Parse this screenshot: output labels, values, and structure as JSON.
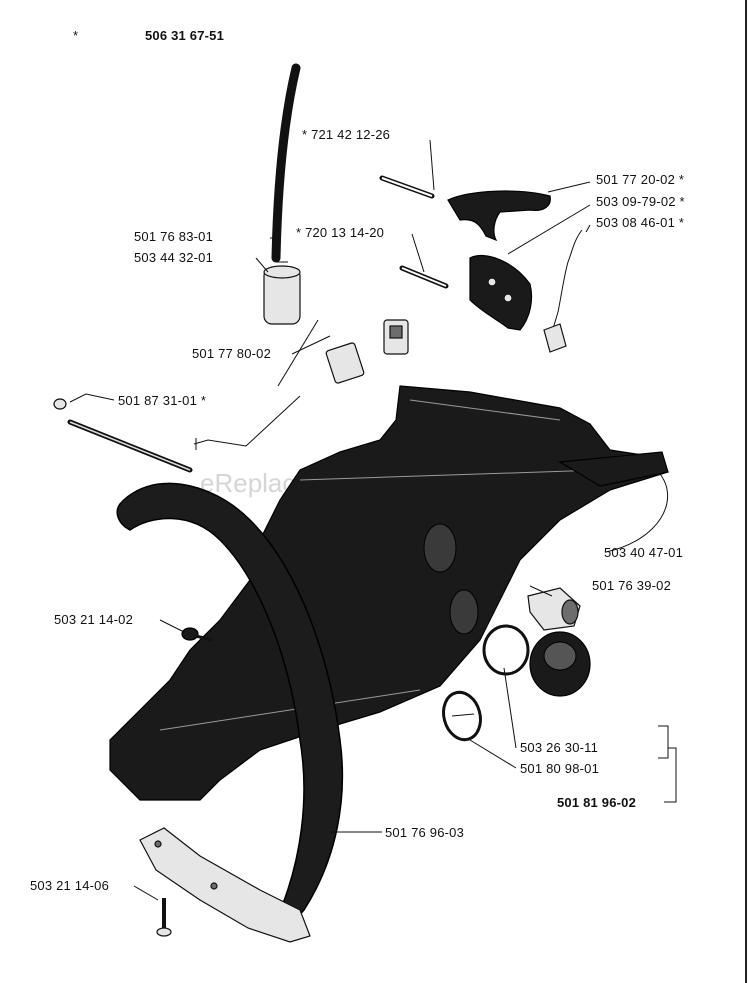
{
  "header": {
    "asterisk": "*",
    "part_number": "506 31 67-51"
  },
  "watermark": "eReplac",
  "labels": {
    "p721421226": "* 721 42 12-26",
    "p501772002": "501 77 20-02 *",
    "p503097902": "503 09-79-02 *",
    "p503084601": "503 08 46-01 *",
    "p501768301": "501 76 83-01",
    "p720131420": "* 720 13 14-20",
    "p503443201": "503 44 32-01",
    "p501778002": "501 77 80-02",
    "p501873101": "501 87 31-01 *",
    "p503404701": "503 40 47-01",
    "p501763902": "501 76 39-02",
    "p503211402": "503 21 14-02",
    "p503263011": "503 26 30-11",
    "p501809801": "501 80 98-01",
    "p501819602": "501 81 96-02",
    "p501769603": "501 76 96-03",
    "p503211406": "503 21 14-06"
  }
}
